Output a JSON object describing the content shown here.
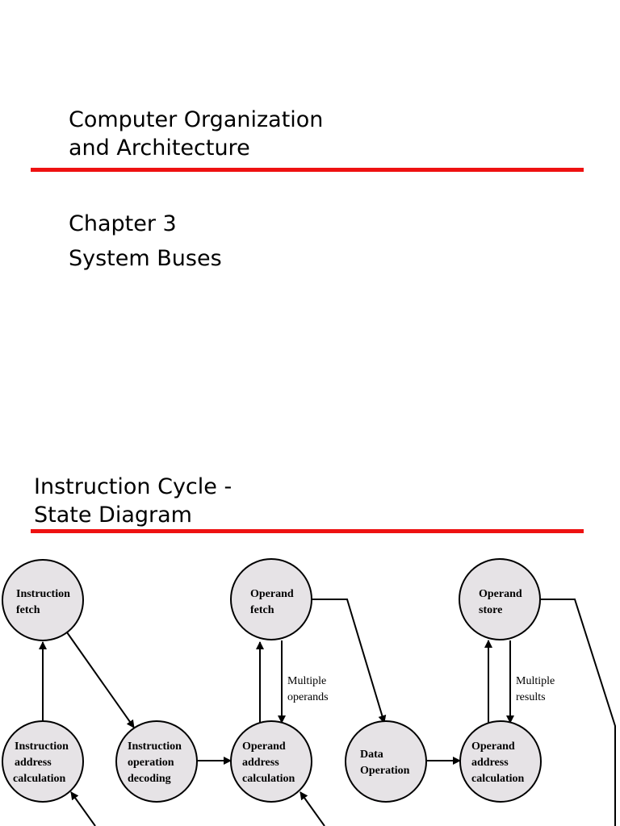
{
  "slide1": {
    "title_line1": "Computer Organization",
    "title_line2": "and Architecture",
    "chapter": "Chapter 3",
    "subject": "System Buses",
    "rule_color": "#ee1111"
  },
  "slide2": {
    "title_line1": "Instruction Cycle -",
    "title_line2": "State Diagram",
    "rule_color": "#ee1111"
  },
  "diagram": {
    "node_fill": "#e6e3e6",
    "nodes": {
      "instruction_fetch": [
        "Instruction",
        "fetch"
      ],
      "operand_fetch": [
        "Operand",
        "fetch"
      ],
      "operand_store": [
        "Operand",
        "store"
      ],
      "instruction_address_calculation": [
        "Instruction",
        "address",
        "calculation"
      ],
      "instruction_operation_decoding": [
        "Instruction",
        "operation",
        "decoding"
      ],
      "operand_address_calculation_1": [
        "Operand",
        "address",
        "calculation"
      ],
      "data_operation": [
        "Data",
        "Operation"
      ],
      "operand_address_calculation_2": [
        "Operand",
        "address",
        "calculation"
      ]
    },
    "edge_labels": {
      "multiple_operands": [
        "Multiple",
        "operands"
      ],
      "multiple_results": [
        "Multiple",
        "results"
      ]
    }
  }
}
